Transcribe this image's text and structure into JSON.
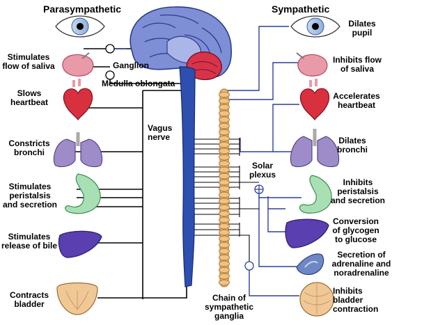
{
  "headers": {
    "left": "Parasympathetic",
    "right": "Sympathetic"
  },
  "center_labels": {
    "ganglion": "Ganglion",
    "medulla": "Medulla oblongata",
    "vagus": "Vagus\nnerve",
    "solar": "Solar\nplexus",
    "chain": "Chain of\nsympathetic\nganglia"
  },
  "parasympathetic_effects": [
    "",
    "Stimulates\nflow of saliva",
    "Slows\nheartbeat",
    "Constricts\nbronchi",
    "Stimulates\nperistalsis\nand secretion",
    "Stimulates\nrelease of bile",
    "Contracts\nbladder"
  ],
  "sympathetic_effects": [
    "Dilates\npupil",
    "Inhibits flow\nof saliva",
    "Accelerates\nheartbeat",
    "Dilates\nbronchi",
    "Inhibits\nperistalsis\nand secretion",
    "Conversion\nof glycogen\nto glucose",
    "Secretion of\nadrenaline and\nnoradrenaline",
    "Inhibits\nbladder\ncontraction"
  ],
  "organ_icons": {
    "left": [
      "eye-icon",
      "salivary-gland-icon",
      "heart-icon",
      "lungs-icon",
      "stomach-icon",
      "liver-icon",
      "bladder-icon"
    ],
    "right": [
      "eye-icon",
      "salivary-gland-icon",
      "heart-icon",
      "lungs-icon",
      "stomach-icon",
      "liver-icon",
      "adrenal-gland-icon",
      "bladder-icon"
    ]
  },
  "colors": {
    "brain": "#7f8fd6",
    "cerebellum": "#d8334a",
    "spinal_cord": "#2c4fb0",
    "sympathetic_chain": "#f1c27d",
    "parasympathetic_nerve": "#000000",
    "sympathetic_nerve": "#2c3f9c"
  }
}
